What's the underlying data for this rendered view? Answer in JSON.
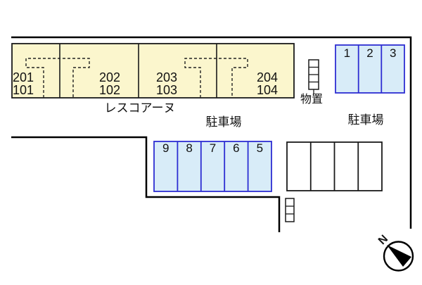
{
  "building": {
    "name": "レスコアーヌ",
    "units": [
      {
        "upper": "201",
        "lower": "101"
      },
      {
        "upper": "202",
        "lower": "102"
      },
      {
        "upper": "203",
        "lower": "103"
      },
      {
        "upper": "204",
        "lower": "104"
      }
    ]
  },
  "labels": {
    "parking_center": "駐車場",
    "parking_right": "駐車場",
    "storage": "物置",
    "compass_north": "N"
  },
  "parking": {
    "blue_middle": {
      "spaces": [
        "9",
        "8",
        "7",
        "6",
        "5"
      ]
    },
    "blue_top": {
      "spaces": [
        "1",
        "2",
        "3"
      ]
    },
    "white_right": {
      "space_count": "4"
    }
  },
  "colors": {
    "building_fill": "#FBF6CD",
    "space_fill": "#D8ECF8",
    "space_border": "#2D2DD2",
    "line": "#000000"
  }
}
